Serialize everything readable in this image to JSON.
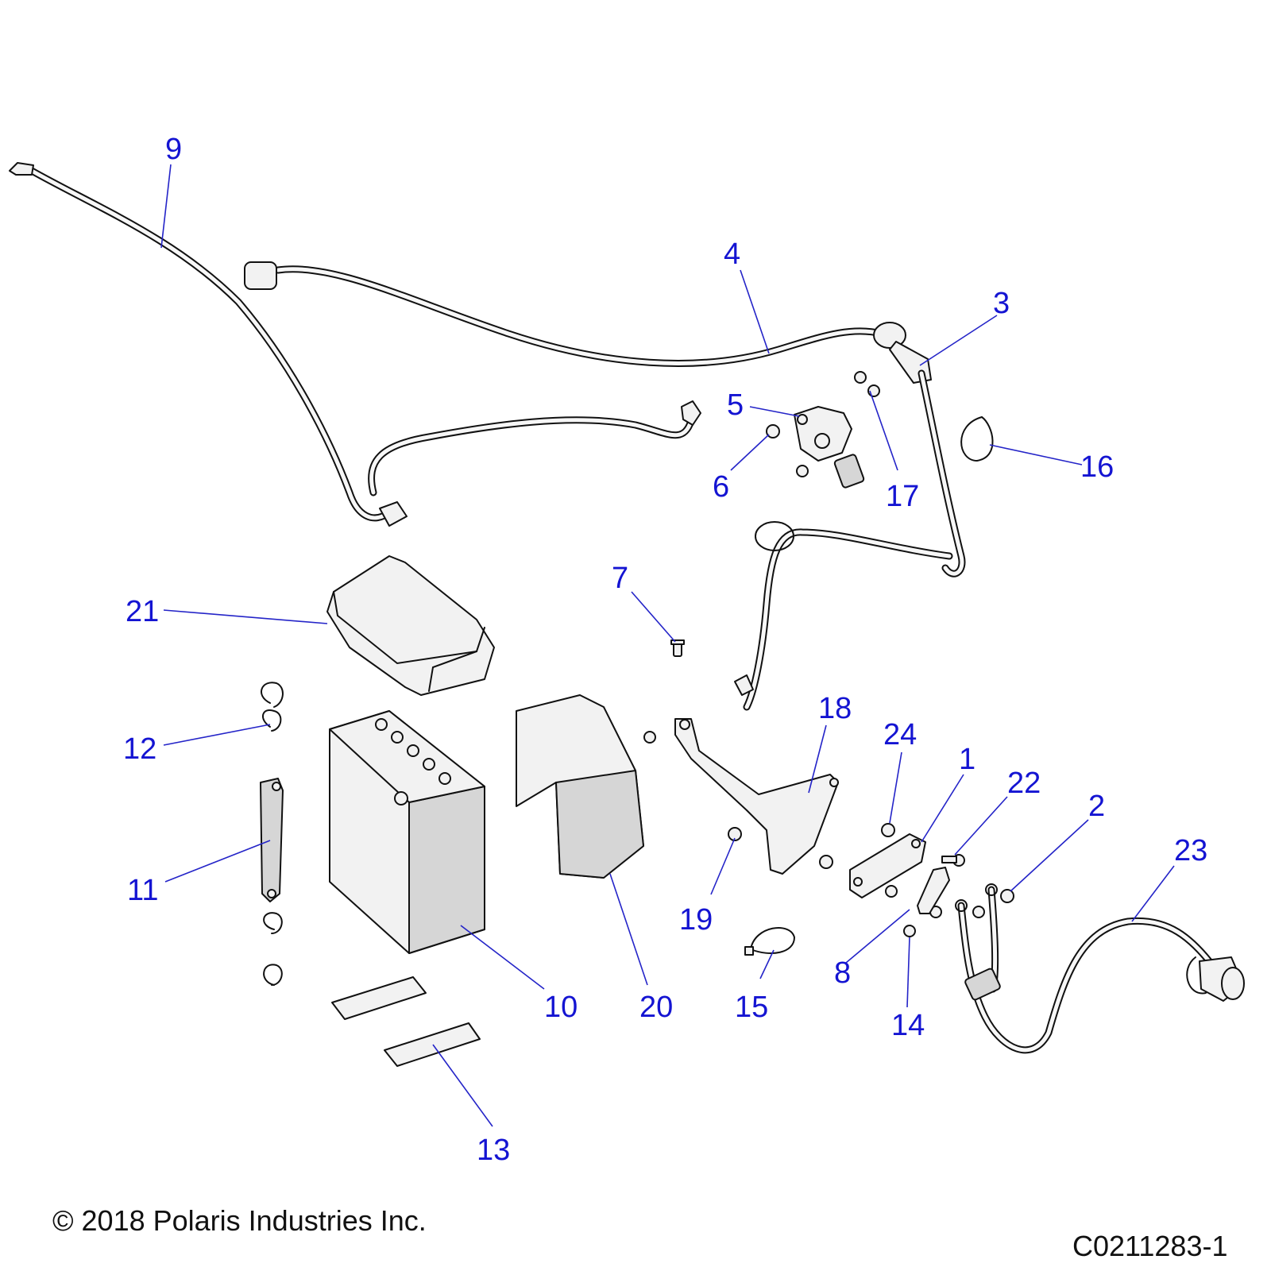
{
  "diagram": {
    "callouts": [
      {
        "id": "c1",
        "label": "1"
      },
      {
        "id": "c2",
        "label": "2"
      },
      {
        "id": "c3",
        "label": "3"
      },
      {
        "id": "c4",
        "label": "4"
      },
      {
        "id": "c5",
        "label": "5"
      },
      {
        "id": "c6",
        "label": "6"
      },
      {
        "id": "c7",
        "label": "7"
      },
      {
        "id": "c8",
        "label": "8"
      },
      {
        "id": "c9",
        "label": "9"
      },
      {
        "id": "c10",
        "label": "10"
      },
      {
        "id": "c11",
        "label": "11"
      },
      {
        "id": "c12",
        "label": "12"
      },
      {
        "id": "c13",
        "label": "13"
      },
      {
        "id": "c14",
        "label": "14"
      },
      {
        "id": "c15",
        "label": "15"
      },
      {
        "id": "c16",
        "label": "16"
      },
      {
        "id": "c17",
        "label": "17"
      },
      {
        "id": "c18",
        "label": "18"
      },
      {
        "id": "c19",
        "label": "19"
      },
      {
        "id": "c20",
        "label": "20"
      },
      {
        "id": "c21",
        "label": "21"
      },
      {
        "id": "c22",
        "label": "22"
      },
      {
        "id": "c23",
        "label": "23"
      },
      {
        "id": "c24",
        "label": "24"
      }
    ],
    "colors": {
      "callout": "#1414d2",
      "leader": "#2424c8",
      "line": "#111111",
      "fill": "#f2f2f2"
    }
  },
  "footer": {
    "copyright": "© 2018 Polaris Industries Inc.",
    "drawing_id": "C0211283-1"
  }
}
